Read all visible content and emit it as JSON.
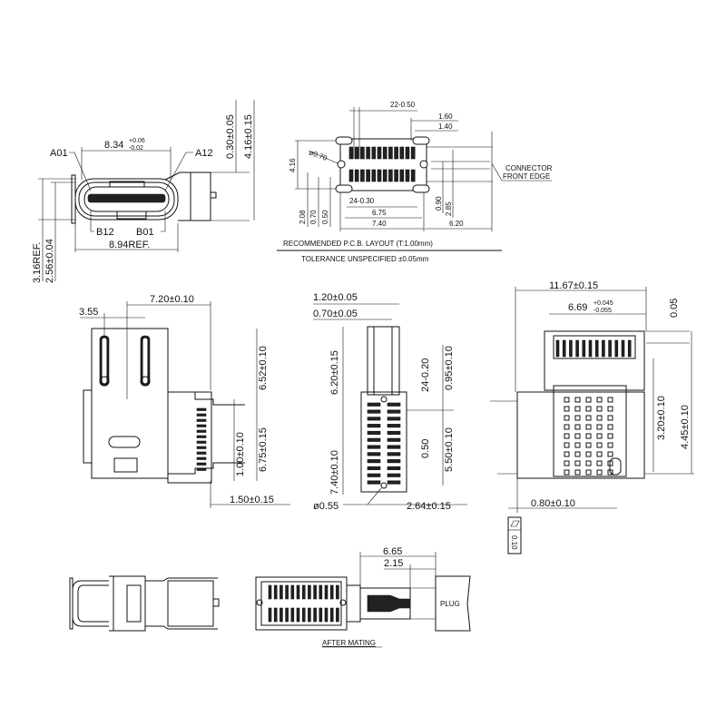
{
  "front_view": {
    "pin_a01": "A01",
    "pin_a12": "A12",
    "pin_b12": "B12",
    "pin_b01": "B01",
    "width_834": "8.34",
    "tol_plus": "+0.06",
    "tol_minus": "-0.02",
    "width_894": "8.94REF.",
    "height_316": "3.16REF.",
    "height_256": "2.56±0.04",
    "dim_030": "0.30±0.05",
    "dim_416": "4.16±0.15"
  },
  "pcb_layout": {
    "pitch_22": "22-0.50",
    "dim_160": "1.60",
    "dim_140": "1.40",
    "hole_070": "ø0.70",
    "dim_416": "4.16",
    "connector_line1": "CONNECTOR",
    "connector_line2": "FRONT EDGE",
    "pitch_24": "24-0.30",
    "dim_675": "6.75",
    "dim_740": "7.40",
    "dim_620": "6.20",
    "dim_208": "2.08",
    "dim_070": "0.70",
    "dim_050": "0.50",
    "dim_090": "0.90",
    "dim_285": "2.85",
    "title": "RECOMMENDED   P.C.B.  LAYOUT  (T:1.00mm)",
    "tolerance": "TOLERANCE  UNSPECIFIED  ±0.05mm"
  },
  "top_view": {
    "dim_355": "3.55",
    "dim_720": "7.20±0.10",
    "dim_652": "6.52±0.10",
    "dim_675": "6.75±0.15",
    "dim_100": "1.00±0.10",
    "dim_150": "1.50±0.15"
  },
  "bottom_view": {
    "dim_120": "1.20±0.05",
    "dim_070": "0.70±0.05",
    "dim_620": "6.20±0.15",
    "pitch_24": "24-0.20",
    "dim_095": "0.95±0.10",
    "dim_740": "7.40±0.10",
    "dim_050": "0.50",
    "dim_550": "5.50±0.10",
    "hole_055": "ø0.55",
    "dim_264": "2.64±0.15"
  },
  "side_view": {
    "dim_1167": "11.67±0.15",
    "dim_669": "6.69",
    "tol_plus": "+0.045",
    "tol_minus": "-0.055",
    "dim_005": "0.05",
    "dim_320": "3.20±0.10",
    "dim_445": "4.45±0.10",
    "dim_080": "0.80±0.10",
    "flatness": "0.10"
  },
  "mating_view": {
    "dim_665": "6.65",
    "dim_215": "2.15",
    "plug_label": "PLUG",
    "caption": "AFTER  MATING"
  }
}
